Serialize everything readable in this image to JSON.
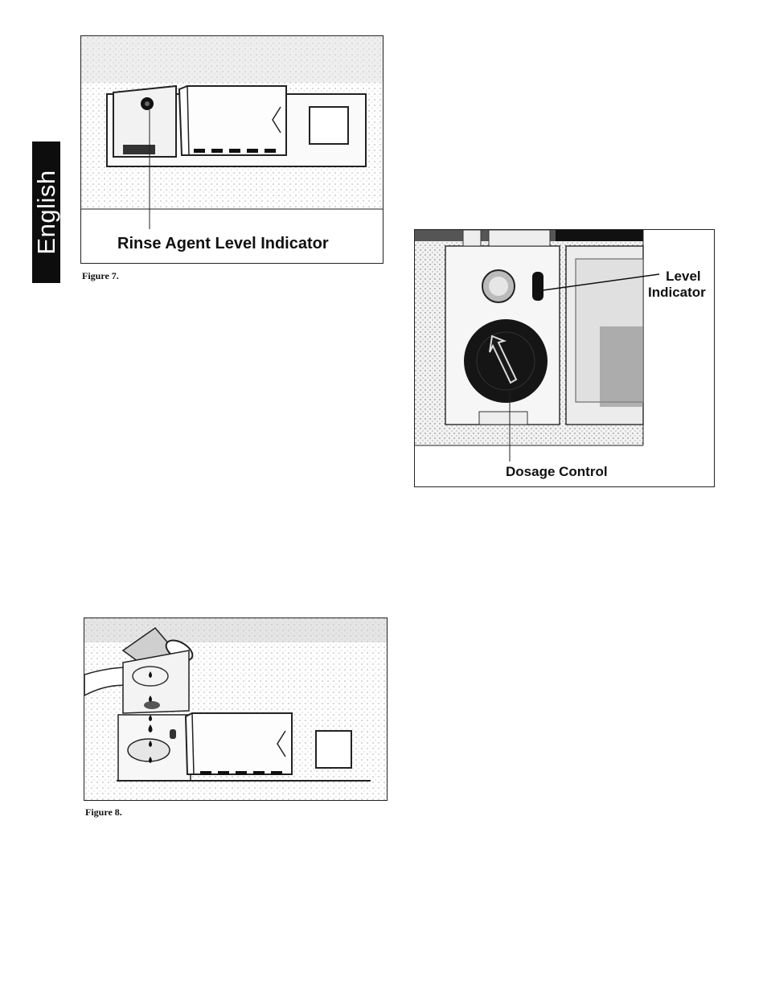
{
  "sidebar": {
    "language_tab": "English"
  },
  "figure7": {
    "callout": "Rinse Agent Level Indicator",
    "caption": "Figure 7."
  },
  "figure_dispenser": {
    "callout_level_line1": "Level",
    "callout_level_line2": "Indicator",
    "callout_dosage": "Dosage Control"
  },
  "figure8": {
    "caption": "Figure 8."
  },
  "icons": [
    "rinse-agent-level-indicator-icon",
    "dosage-control-dial-icon",
    "level-indicator-icon",
    "pouring-bottle-icon",
    "drop-icon"
  ]
}
